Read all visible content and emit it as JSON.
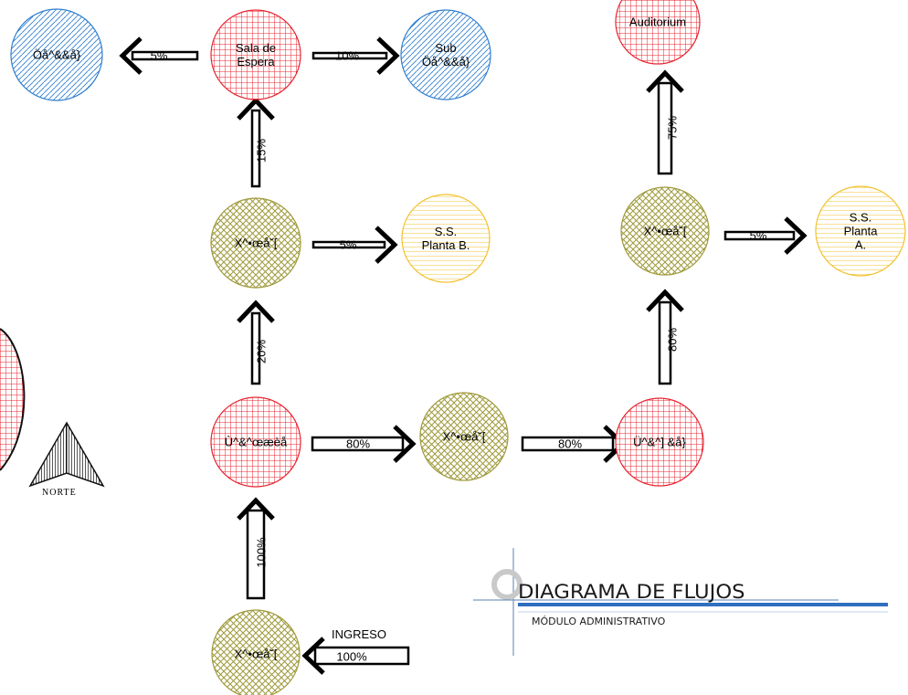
{
  "title": {
    "main": "DIAGRAMA DE FLUJOS",
    "subtitle": "MÓDULO ADMINISTRATIVO"
  },
  "compass": {
    "label": "NORTE"
  },
  "ingreso": {
    "label": "INGRESO",
    "value": "100%"
  },
  "colors": {
    "red": "#e8232f",
    "blue": "#2f7fd0",
    "olive": "#9e9a3a",
    "yellow": "#f2c12e",
    "title_line": "#2f6fc0"
  },
  "nodes": {
    "entrada": {
      "label": "X^•œå˘[",
      "fill": "olive"
    },
    "recepcion": {
      "label": "Ù^&^œæèå",
      "fill": "red"
    },
    "pasillo_1": {
      "label": "X^•œå˘[",
      "fill": "olive"
    },
    "pasillo_2": {
      "label": "X^•œå˘[",
      "fill": "olive"
    },
    "sala_espera": {
      "label": "Sala de\nEspera",
      "fill": "red"
    },
    "oficina_1": {
      "label": "Öå^&&å}",
      "fill": "blue"
    },
    "sub_oficina": {
      "label": "Sub\nÖå^&&å}",
      "fill": "blue"
    },
    "ss_planta_b": {
      "label": "S.S.\nPlanta B.",
      "fill": "yellow"
    },
    "recepcion_2": {
      "label": "Ü^&^] &å}",
      "fill": "red"
    },
    "pasillo_3": {
      "label": "X^•œå˘[",
      "fill": "olive"
    },
    "ss_planta_a": {
      "label": "S.S.\nPlanta A.",
      "fill": "yellow"
    },
    "auditorium": {
      "label": "Auditorium",
      "fill": "red"
    }
  },
  "flows": {
    "entrada_to_recepcion": "100%",
    "recepcion_to_pasillo_1": "20%",
    "recepcion_to_pasillo_2": "80%",
    "pasillo_1_to_sala": "15%",
    "pasillo_1_to_ss_b": "5%",
    "sala_to_oficina": "5%",
    "sala_to_sub_oficina": "10%",
    "pasillo_2_to_recepcion_2": "80%",
    "recepcion_2_to_pasillo_3": "80%",
    "pasillo_3_to_ss_a": "5%",
    "pasillo_3_to_auditorium": "75%"
  }
}
